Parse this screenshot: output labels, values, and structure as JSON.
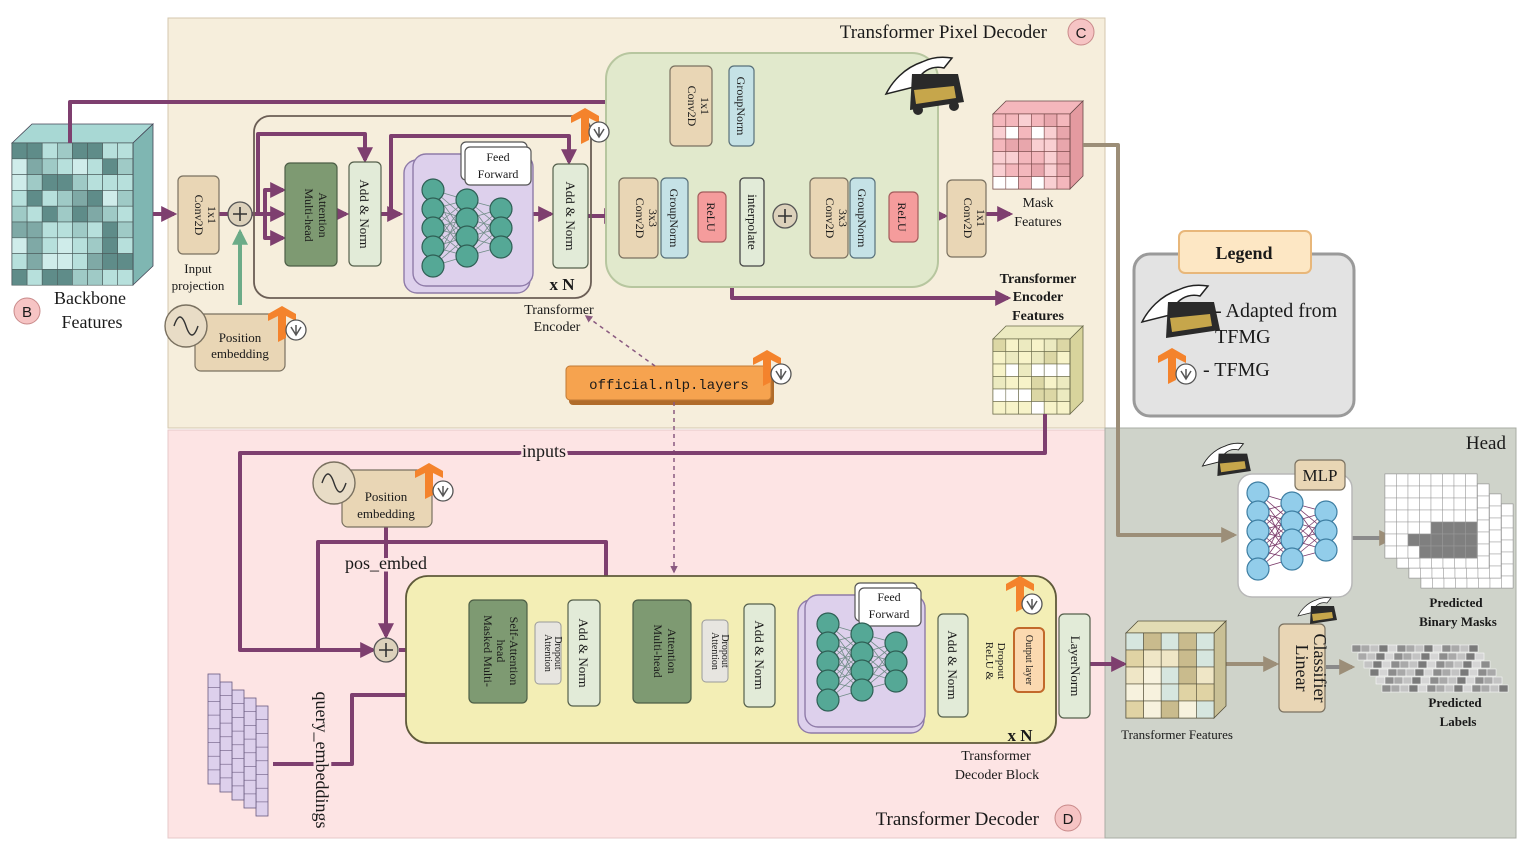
{
  "regions": {
    "pixel_decoder": {
      "title": "Transformer Pixel Decoder",
      "badge": "C"
    },
    "decoder": {
      "title": "Transformer Decoder",
      "badge": "D"
    },
    "head": {
      "title": "Head"
    },
    "backbone": {
      "badge": "B",
      "label_line1": "Backbone",
      "label_line2": "Features"
    }
  },
  "pixel_decoder": {
    "input_projection": {
      "block": [
        "Conv2D",
        "1x1"
      ],
      "caption": [
        "Input",
        "projection"
      ]
    },
    "position_embedding": [
      "Position",
      "embedding"
    ],
    "encoder_blocks": {
      "mha": [
        "Multi-head",
        "Attention"
      ],
      "add_norm_1": "Add & Norm",
      "ffn_tab": [
        "Feed",
        "Forward"
      ],
      "add_norm_2": "Add & Norm",
      "repeat": "x N",
      "caption": [
        "Transformer",
        "Encoder"
      ]
    },
    "fpn": {
      "conv1x1_top": [
        "Conv2D",
        "1x1"
      ],
      "groupnorm_top": "GroupNorm",
      "conv3x3_a": [
        "Conv2D",
        "3x3"
      ],
      "groupnorm_a": "GroupNorm",
      "relu_a": "ReLU",
      "interpolate": "interpolate",
      "conv3x3_b": [
        "Conv2D",
        "3x3"
      ],
      "groupnorm_b": "GroupNorm",
      "relu_b": "ReLU",
      "conv1x1_out": [
        "Conv2D",
        "1x1"
      ]
    },
    "mask_features": [
      "Mask",
      "Features"
    ],
    "encoder_features": [
      "Transformer",
      "Encoder",
      "Features"
    ]
  },
  "library_tag": "official.nlp.layers",
  "decoder": {
    "inputs_label": "inputs",
    "pos_embed_label": "pos_embed",
    "query_label": "query_embeddings",
    "position_embedding": [
      "Position",
      "embedding"
    ],
    "masked_mha": [
      "Masked Multi-",
      "head",
      "Self-Attention"
    ],
    "attn_dropout_1": [
      "Attention",
      "Dropout"
    ],
    "add_norm_1": "Add & Norm",
    "mha": [
      "Multi-head",
      "Attention"
    ],
    "attn_dropout_2": [
      "Attention",
      "Dropout"
    ],
    "add_norm_2": "Add & Norm",
    "ffn_tab": [
      "Feed",
      "Forward"
    ],
    "add_norm_3": "Add & Norm",
    "relu_dropout": [
      "ReLU &",
      "Dropout"
    ],
    "output_layer": "Output layer",
    "repeat": "x N",
    "caption": [
      "Transformer",
      "Decoder Block"
    ],
    "layernorm": "LayerNorm"
  },
  "head": {
    "mlp": "MLP",
    "transformer_features": "Transformer Features",
    "linear_classifier": [
      "Linear",
      "Classifier"
    ],
    "predicted_masks": [
      "Predicted",
      "Binary Masks"
    ],
    "predicted_labels": [
      "Predicted",
      "Labels"
    ]
  },
  "legend": {
    "title": "Legend",
    "purdue_line1": "- Adapted from",
    "purdue_line2": "TFMG",
    "tfmg": "- TFMG"
  },
  "colors": {
    "pixel_bg": "#f6eedc",
    "decoder_bg": "#fde4e4",
    "head_bg": "#cfd3ca",
    "arrow": "#7e3f6f",
    "gray_arrow": "#9c8e78",
    "tan_block": "#e9d6b5",
    "green_block": "#7e9a72",
    "mint_block": "#e2ebd8",
    "relu": "#f59c9c",
    "groupnorm": "#c5e2e6",
    "fpn_bg": "#e1e9cc",
    "decoder_block_bg": "#f3eeb5",
    "ffn_bg": "#ddd0ec",
    "neuron": "#55a896",
    "mlp_neuron": "#92cdea",
    "tag": "#f6a34f",
    "badge": "#f6c4c4"
  }
}
